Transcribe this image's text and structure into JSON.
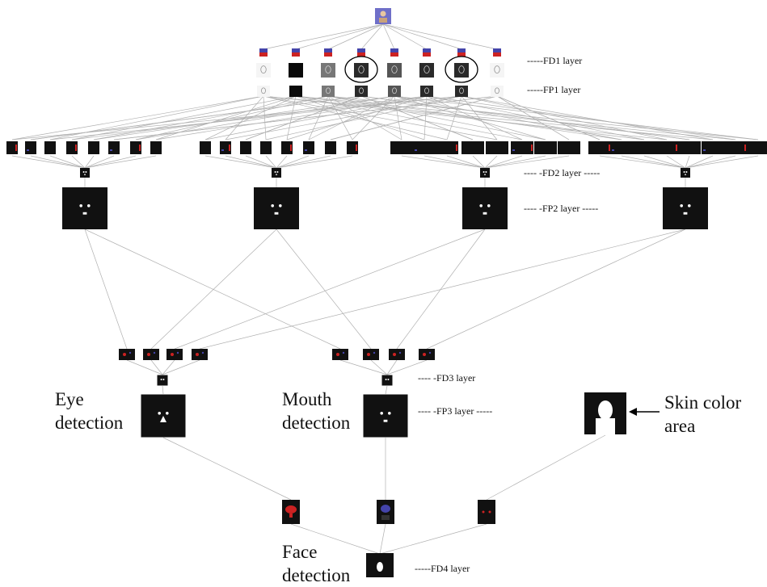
{
  "labels": {
    "fd1": "-----FD1 layer",
    "fp1": "-----FP1 layer",
    "fd2": "---- -FD2 layer -----",
    "fp2": "---- -FP2 layer -----",
    "fd3": "---- -FD3 layer",
    "fp3": "---- -FP3 layer -----",
    "fd4": "-----FD4 layer",
    "eye_1": "Eye",
    "eye_2": "detection",
    "mouth_1": "Mouth",
    "mouth_2": "detection",
    "skin_1": "Skin color",
    "skin_2": "area",
    "face_1": "Face",
    "face_2": "detection"
  },
  "colors": {
    "map_dark": "#111111",
    "map_red": "#cc2222",
    "map_blue": "#4444aa",
    "line": "#9a9a9a",
    "input_bg": "#6f6fc8"
  }
}
